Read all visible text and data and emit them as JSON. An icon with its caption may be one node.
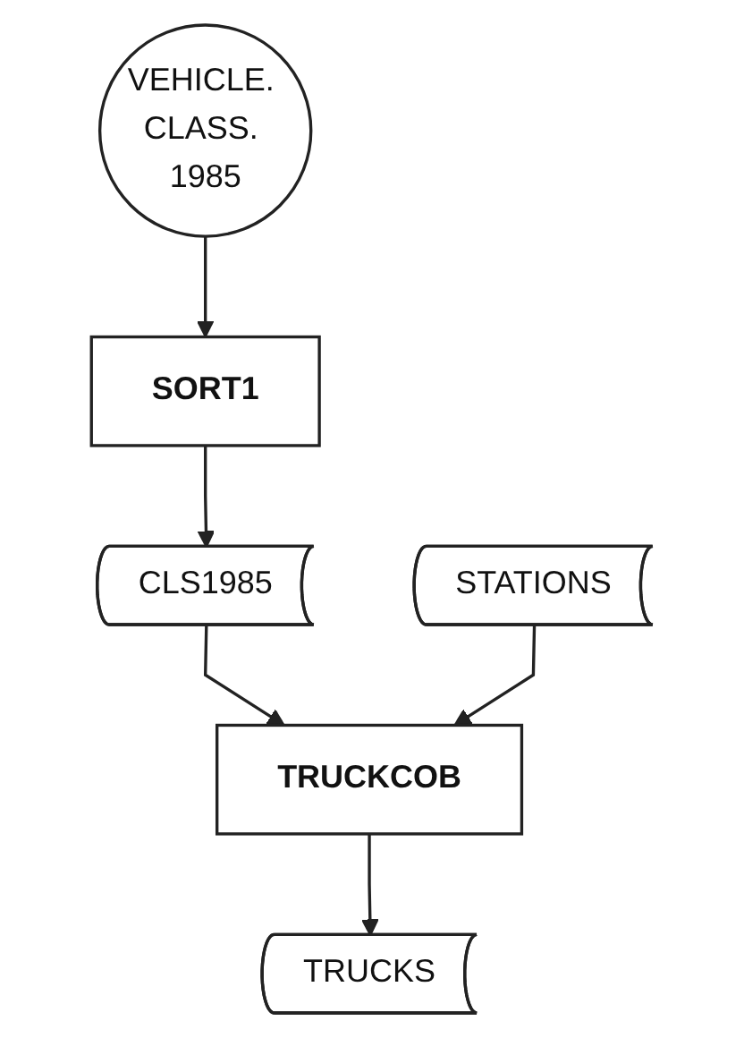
{
  "diagram": {
    "nodes": [
      {
        "text": [
          "VEHICLE. CLASS. 1985"
        ]
      },
      {
        "text": [
          "SORT1"
        ]
      },
      {
        "text": [
          "STATIONS"
        ]
      },
      {
        "text": [
          "CLS1985"
        ]
      },
      {
        "text": [
          "TRUCKCOB"
        ]
      },
      {
        "text": [
          "TRUCKS"
        ]
      }
    ],
    "edges": [
      {
        "from": 0,
        "to": 1,
        "arrow": "to"
      },
      {
        "from": 1,
        "to": 3,
        "arrow": "to"
      },
      {
        "from": 3,
        "to": 4,
        "arrow": "to"
      },
      {
        "from": 2,
        "to": 4,
        "arrow": "to"
      },
      {
        "from": 4,
        "to": 5,
        "arrow": "to"
      }
    ]
  }
}
